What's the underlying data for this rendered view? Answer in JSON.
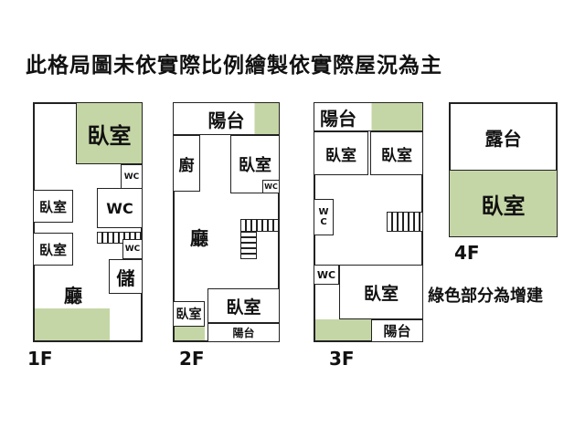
{
  "title": "此格局圖未依實際比例繪製依實際屋況為主",
  "note": "綠色部分為增建",
  "colors": {
    "addition_green": "#c5d6a6",
    "wall": "#222222"
  },
  "floors": {
    "f1": {
      "label": "1F",
      "rooms": {
        "bedroom_top": "臥室",
        "bedroom_a": "臥室",
        "bedroom_b": "臥室",
        "wc_small": "WC",
        "wc_main": "WC",
        "wc_lower": "WC",
        "storage": "儲",
        "living": "廳"
      }
    },
    "f2": {
      "label": "2F",
      "rooms": {
        "balcony_top": "陽台",
        "kitchen": "廚",
        "bedroom_top": "臥室",
        "wc": "WC",
        "living": "廳",
        "bedroom_small": "臥室",
        "bedroom_bottom": "臥室",
        "balcony_bottom": "陽台"
      }
    },
    "f3": {
      "label": "3F",
      "rooms": {
        "balcony_top": "陽台",
        "bedroom_left": "臥室",
        "bedroom_right": "臥室",
        "wc_vertical": "WC",
        "wc": "WC",
        "bedroom_bottom": "臥室",
        "balcony_bottom": "陽台"
      }
    },
    "f4": {
      "label": "4F",
      "rooms": {
        "terrace": "露台",
        "bedroom": "臥室"
      }
    }
  }
}
